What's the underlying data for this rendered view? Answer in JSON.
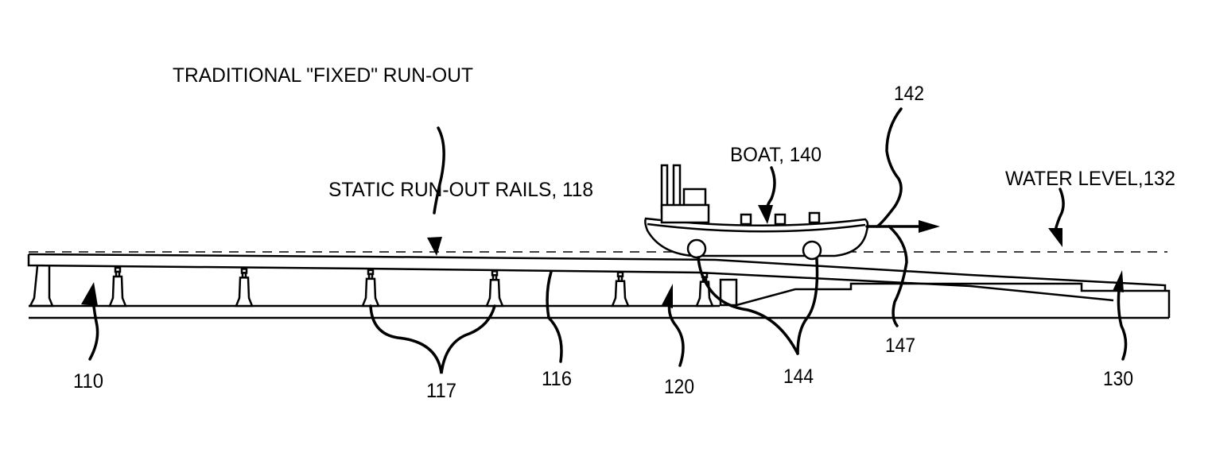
{
  "figure": {
    "title": "TRADITIONAL \"FIXED\" RUN-OUT",
    "colors": {
      "ink": "#000000",
      "paper": "#ffffff"
    }
  },
  "callouts": {
    "rails": "STATIC RUN-OUT RAILS, 118",
    "boat": "BOAT, 140",
    "water": "WATER LEVEL,132"
  },
  "refs": {
    "r110": "110",
    "r117": "117",
    "r116": "116",
    "r120": "120",
    "r144": "144",
    "r147": "147",
    "r130": "130",
    "r142": "142"
  }
}
